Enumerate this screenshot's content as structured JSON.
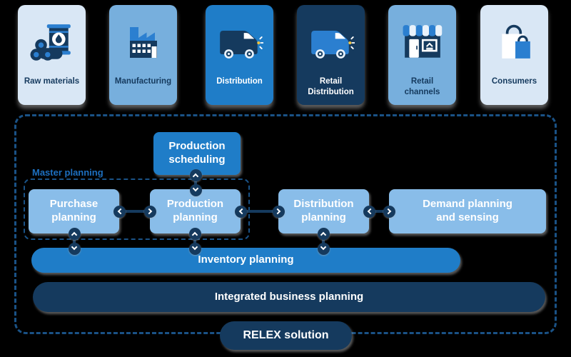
{
  "stages": [
    {
      "label": "Raw materials",
      "icon": "oil-barrel"
    },
    {
      "label": "Manufacturing",
      "icon": "factory"
    },
    {
      "label": "Distribution",
      "icon": "delivery-van"
    },
    {
      "label": "Retail Distribution",
      "icon": "delivery-van"
    },
    {
      "label": "Retail channels",
      "icon": "storefront"
    },
    {
      "label": "Consumers",
      "icon": "shopping-bags"
    }
  ],
  "planning": {
    "master_planning_label": "Master planning",
    "production_scheduling": "Production scheduling",
    "purchase_planning": "Purchase planning",
    "production_planning": "Production planning",
    "distribution_planning": "Distribution planning",
    "demand_planning": "Demand planning and sensing",
    "inventory_planning": "Inventory planning",
    "integrated_business_planning": "Integrated business planning",
    "solution_label": "RELEX solution"
  },
  "colors": {
    "background": "#000000",
    "navy": "#153a5e",
    "blue": "#1f7dc8",
    "light_blue": "#89bde9",
    "card_light_blue": "#77afdd",
    "card_pale_blue": "#d9e7f5",
    "icon_blue": "#2b7fd0",
    "dash_border": "#1a5286",
    "label_blue": "#1d6fbf",
    "headlight_yellow": "#f2c33d"
  }
}
